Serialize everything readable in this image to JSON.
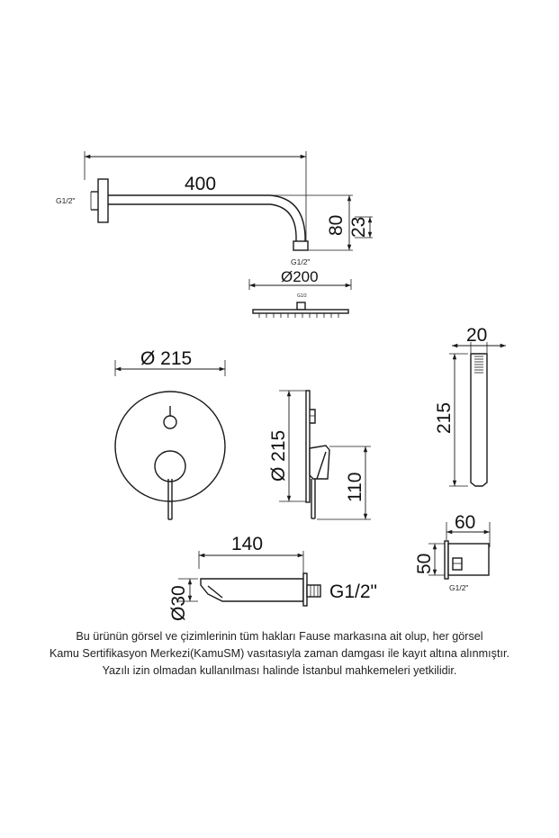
{
  "dimensions": {
    "arm_length": "400",
    "arm_height": "80",
    "arm_outlet_drop": "23",
    "arm_thread_left": "G1/2\"",
    "arm_thread_bottom": "G1/2\"",
    "head_diameter": "Ø200",
    "head_thread": "G1/2",
    "plate_diameter": "Ø 215",
    "plate_side_diameter": "Ø 215",
    "valve_depth": "110",
    "hand_shower_width": "20",
    "hand_shower_length": "215",
    "spout_length": "140",
    "spout_diameter": "Ø30",
    "spout_thread": "G1/2\"",
    "elbow_width": "60",
    "elbow_height": "50",
    "elbow_thread": "G1/2\""
  },
  "notice": {
    "line1": "Bu ürünün görsel ve çizimlerinin tüm hakları Fause markasına ait olup, her görsel",
    "line2": "Kamu Sertifikasyon Merkezi(KamuSM) vasıtasıyla zaman damgası ile kayıt altına alınmıştır.",
    "line3": "Yazılı izin olmadan kullanılması halinde İstanbul mahkemeleri yetkilidir."
  }
}
